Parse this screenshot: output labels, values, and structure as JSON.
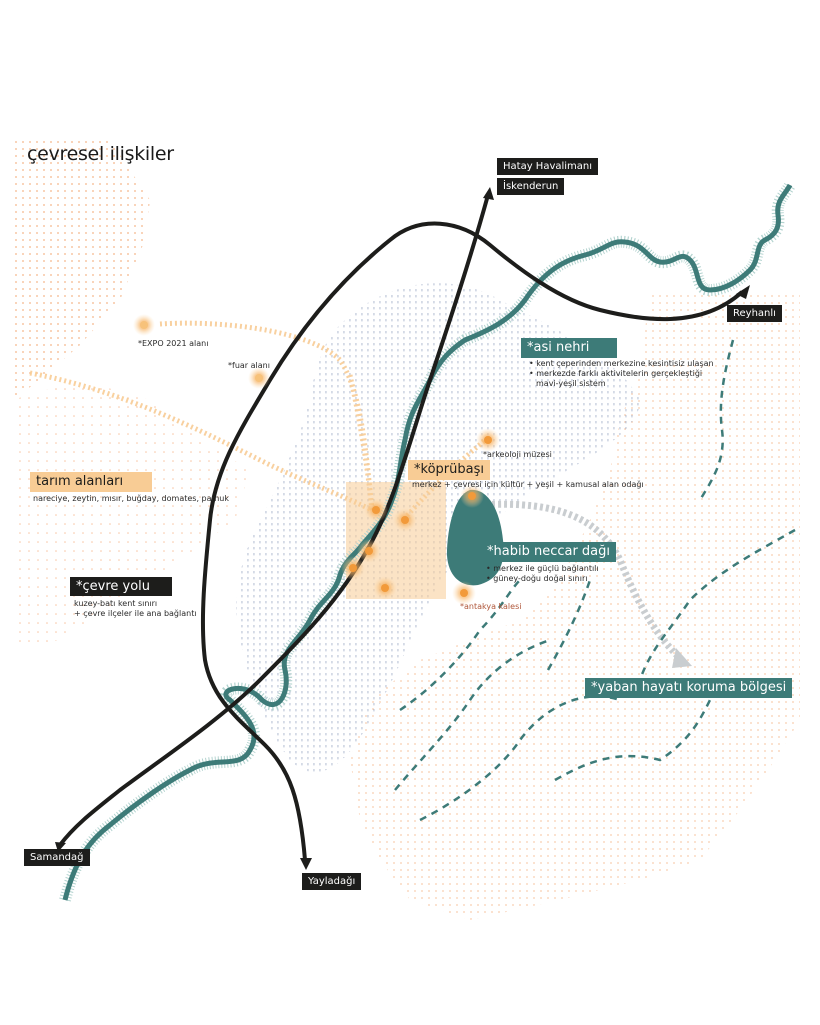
{
  "title": "çevresel ilişkiler",
  "roads": {
    "hatay_havalimani": "Hatay Havalimanı",
    "iskenderun": "İskenderun",
    "reyhanli": "Reyhanlı",
    "samandag": "Samandağ",
    "yayladagi": "Yayladağı"
  },
  "points": {
    "expo": "*EXPO 2021 alanı",
    "fuar": "*fuar alanı",
    "arkeoloji": "*arkeoloji müzesi",
    "antakya_kalesi": "*antakya kalesi"
  },
  "zones": {
    "asi_nehri": {
      "label": "*asi nehri",
      "lines": [
        "• kent çeperinden merkezine kesintisiz ulaşan",
        "• merkezde farklı aktivitelerin gerçekleştiği",
        "mavi-yeşil sistem"
      ]
    },
    "koprubasi": {
      "label": "*köprübaşı",
      "lines": [
        "merkez + çevresi için kültür + yeşil + kamusal alan odağı"
      ]
    },
    "habib_neccar": {
      "label": "*habib neccar dağı",
      "lines": [
        "• merkez ile güçlü bağlantılı",
        "• güney-doğu doğal sınırı"
      ]
    },
    "yaban_hayati": {
      "label": "*yaban hayatı koruma bölgesi"
    },
    "tarim": {
      "label": "tarım alanları",
      "lines": [
        "nareciye, zeytin, mısır, buğday, domates, pamuk"
      ]
    },
    "cevre_yolu": {
      "label": "*çevre yolu",
      "lines": [
        "kuzey-batı kent sınırı",
        "+ çevre ilçeler ile ana bağlantı"
      ]
    }
  },
  "colors": {
    "river": "#3d7b78",
    "road": "#1d1d1b",
    "orange_dot": "#f29a3a",
    "light_orange": "#f8cc95",
    "dots_blue": "#9aa7c4",
    "dots_orange": "#f3a36a"
  }
}
